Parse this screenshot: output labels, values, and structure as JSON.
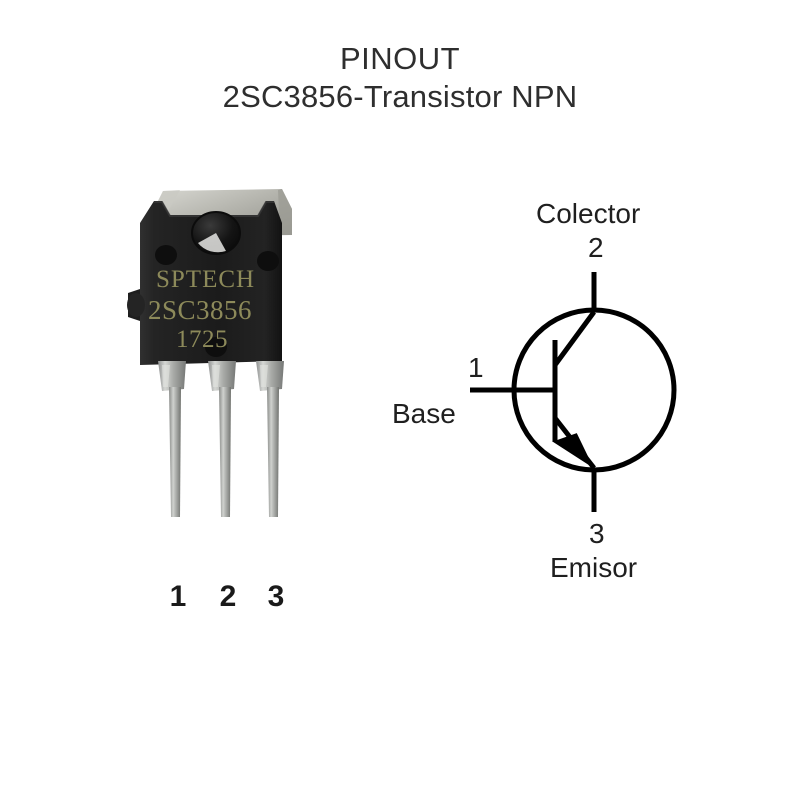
{
  "page": {
    "background_color": "#ffffff",
    "text_color": "#2b2b2b"
  },
  "title": {
    "line1": "PINOUT",
    "line2": "2SC3856-Transistor NPN"
  },
  "component": {
    "part_number": "2SC3856",
    "type": "Transistor NPN",
    "package_style": "TO-3P",
    "photo": {
      "brand_marking": "SPTECH",
      "part_marking": "2SC3856",
      "date_code_marking": "1725",
      "body_color": "#1c1c1c",
      "marking_color": "#8d8a5a",
      "heatsink_color": "#b9b9b2",
      "lead_color": "#b0b2b0"
    },
    "pin_numbers": [
      {
        "id": "pin-1",
        "label": "1"
      },
      {
        "id": "pin-2",
        "label": "2"
      },
      {
        "id": "pin-3",
        "label": "3"
      }
    ]
  },
  "symbol": {
    "device": "NPN bipolar junction transistor",
    "stroke_color": "#000000",
    "terminals": [
      {
        "id": "collector",
        "name": "Colector",
        "pin": "2",
        "position": "top"
      },
      {
        "id": "base",
        "name": "Base",
        "pin": "1",
        "position": "left"
      },
      {
        "id": "emitter",
        "name": "Emisor",
        "pin": "3",
        "position": "bottom"
      }
    ],
    "labels": {
      "collector": "Colector",
      "collector_pin": "2",
      "base": "Base",
      "base_pin": "1",
      "emitter": "Emisor",
      "emitter_pin": "3"
    }
  }
}
